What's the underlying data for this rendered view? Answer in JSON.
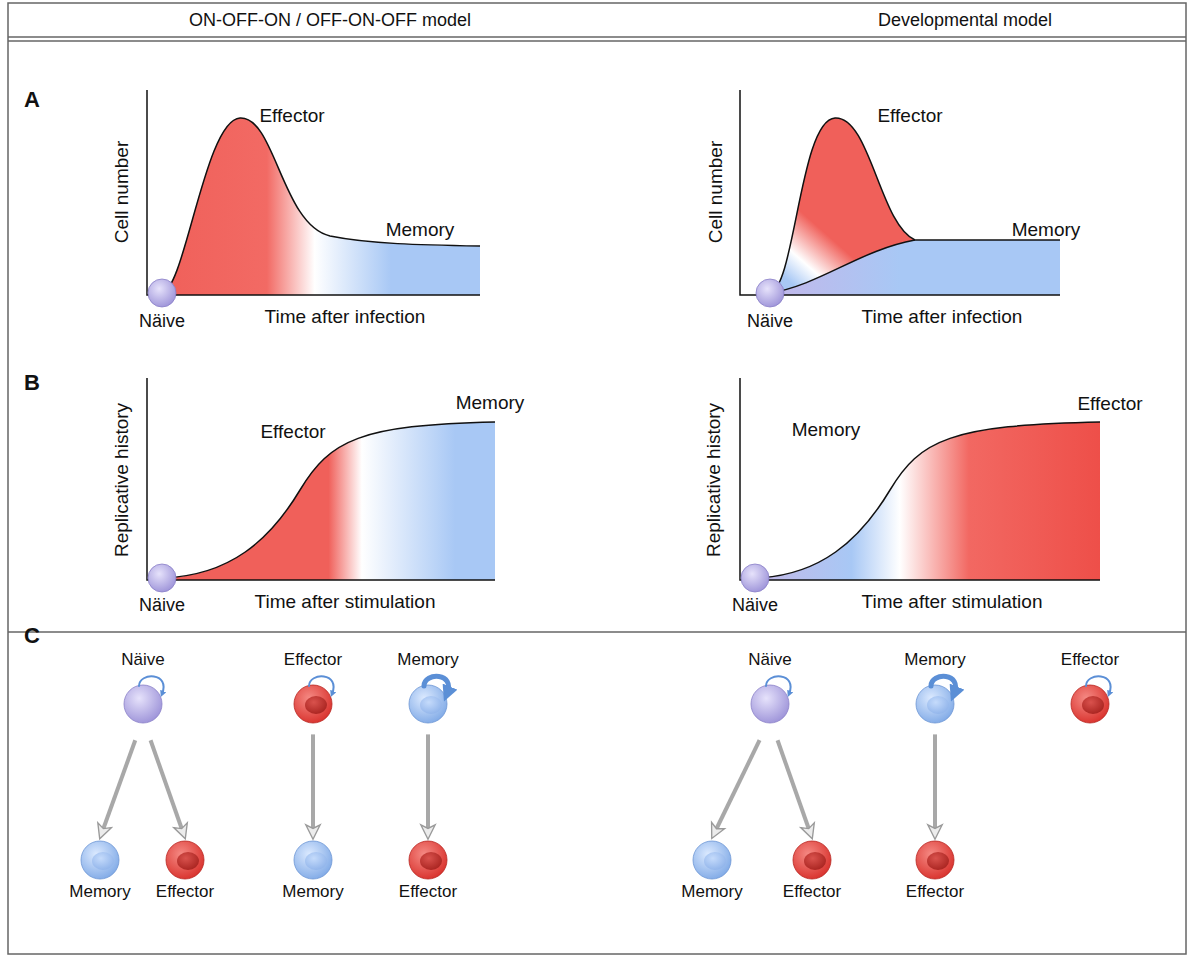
{
  "diagram": {
    "nodes": [
      {
        "text": [
          "Näive"
        ]
      },
      {
        "text": [
          "Memory"
        ]
      },
      {
        "text": [
          "Effector"
        ]
      },
      {
        "text": [
          "Effector"
        ]
      },
      {
        "text": [
          "Memory"
        ]
      },
      {
        "text": [
          "Memory"
        ]
      },
      {
        "text": [
          "Effector"
        ]
      },
      {
        "text": [
          "Näive"
        ]
      },
      {
        "text": [
          "Memory"
        ]
      },
      {
        "text": [
          "Effector"
        ]
      },
      {
        "text": [
          "Memory"
        ]
      },
      {
        "text": [
          "Effector"
        ]
      },
      {
        "text": [
          "Effector"
        ]
      }
    ],
    "edges": [
      {
        "from": 0,
        "to": 1,
        "arrow": "to"
      },
      {
        "from": 0,
        "to": 2,
        "arrow": "to"
      },
      {
        "from": 3,
        "to": 4,
        "arrow": "to"
      },
      {
        "from": 5,
        "to": 6,
        "arrow": "to"
      },
      {
        "from": 7,
        "to": 8,
        "arrow": "to"
      },
      {
        "from": 7,
        "to": 9,
        "arrow": "to"
      },
      {
        "from": 10,
        "to": 11,
        "arrow": "to"
      }
    ],
    "labels": [
      "ON-OFF-ON / OFF-ON-OFF model",
      "Developmental model",
      "A",
      "Effector",
      "Memory",
      "Cell number",
      "Näive",
      "Time after infection",
      "Effector",
      "Memory",
      "Cell number",
      "Näive",
      "Time after infection",
      "B",
      "Effector",
      "Memory",
      "Replicative history",
      "Näive",
      "Time after stimulation",
      "Memory",
      "Effector",
      "Replicative history",
      "Näive",
      "Time after stimulation",
      "C"
    ]
  }
}
